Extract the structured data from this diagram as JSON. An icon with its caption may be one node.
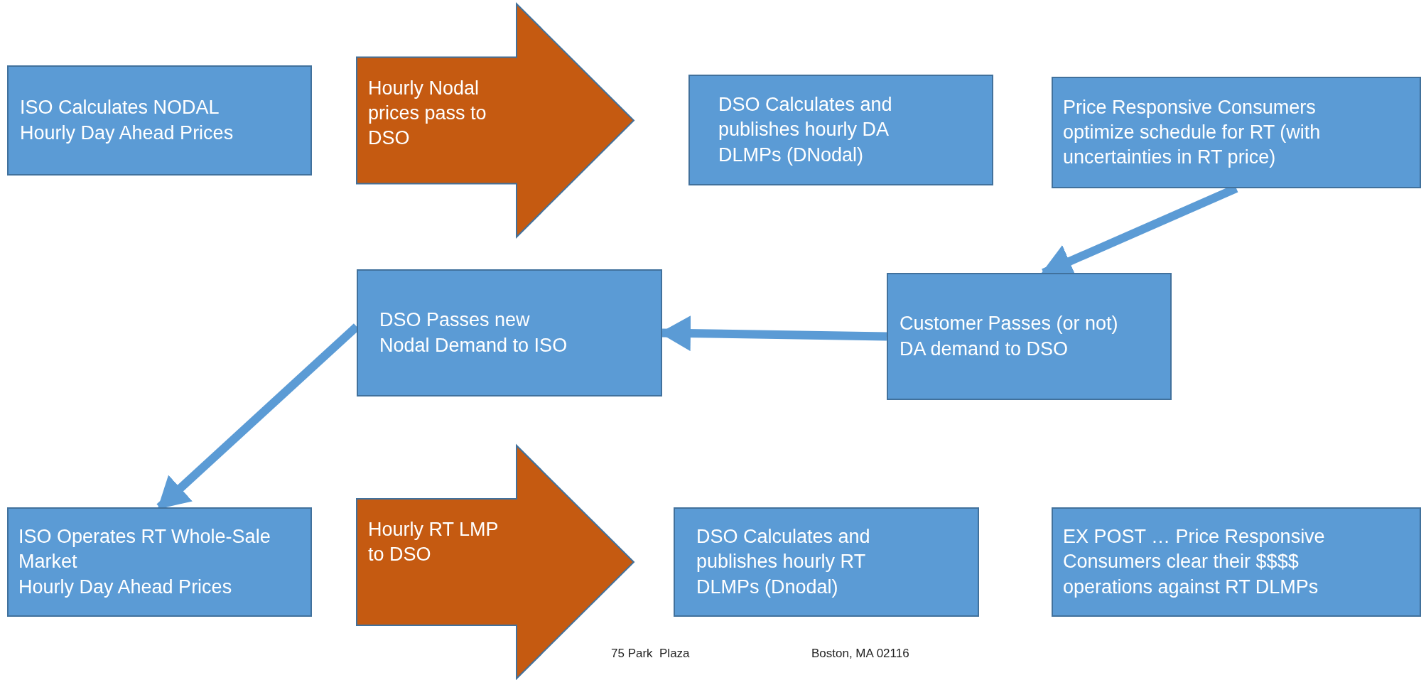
{
  "diagram": {
    "nodes": [
      {
        "text": [
          "ISO Calculates NODAL Hourly Day Ahead Prices"
        ]
      },
      {
        "text": [
          "DSO Calculates and publishes hourly DA DLMPs (DNodal)"
        ]
      },
      {
        "text": [
          "Price Responsive Consumers optimize schedule for RT (with uncertainties in RT price)"
        ]
      },
      {
        "text": [
          "DSO Passes new Nodal Demand to ISO"
        ]
      },
      {
        "text": [
          "Customer Passes (or not) DA demand to DSO"
        ]
      },
      {
        "text": [
          "ISO Operates RT Whole-Sale Market",
          "Hourly Day Ahead Prices"
        ]
      },
      {
        "text": [
          "DSO Calculates and publishes hourly RT DLMPs (Dnodal)"
        ]
      },
      {
        "text": [
          "EX POST … Price Responsive Consumers clear their $$$$ operations against RT DLMPs"
        ]
      }
    ],
    "edges": [
      {
        "from": 0,
        "to": 1,
        "arrow": "to",
        "label": "Hourly Nodal prices pass to DSO",
        "style": "thick",
        "color": "#c55a11"
      },
      {
        "from": 2,
        "to": 4,
        "arrow": "to"
      },
      {
        "from": 4,
        "to": 3,
        "arrow": "to"
      },
      {
        "from": 3,
        "to": 5,
        "arrow": "to"
      },
      {
        "from": 5,
        "to": 6,
        "arrow": "to",
        "label": "Hourly RT LMP to DSO",
        "style": "thick",
        "color": "#c55a11"
      }
    ],
    "labels": [
      "75 Park  Plaza",
      "Boston, MA 02116"
    ]
  }
}
